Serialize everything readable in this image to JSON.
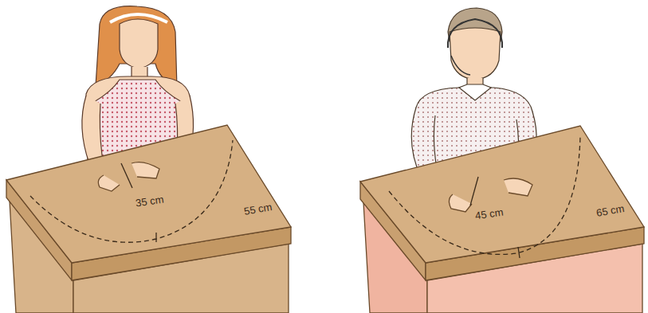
{
  "diagram": {
    "labels": [
      "35 cm",
      "55 cm",
      "45 cm",
      "65 cm"
    ]
  }
}
